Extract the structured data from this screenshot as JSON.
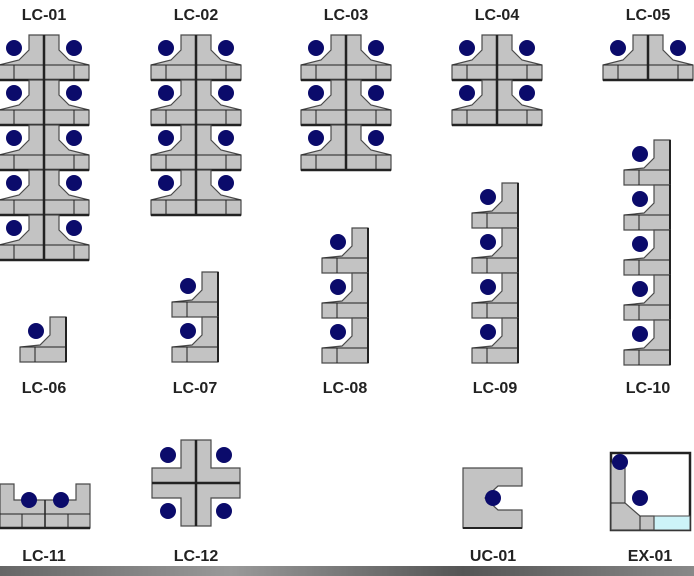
{
  "layouts": [
    {
      "id": "LC-01",
      "type": "double",
      "stations": 10
    },
    {
      "id": "LC-02",
      "type": "double",
      "stations": 8
    },
    {
      "id": "LC-03",
      "type": "double",
      "stations": 6
    },
    {
      "id": "LC-04",
      "type": "double",
      "stations": 4
    },
    {
      "id": "LC-05",
      "type": "double",
      "stations": 2
    },
    {
      "id": "LC-06",
      "type": "single",
      "stations": 1
    },
    {
      "id": "LC-07",
      "type": "single",
      "stations": 2
    },
    {
      "id": "LC-08",
      "type": "single",
      "stations": 3
    },
    {
      "id": "LC-09",
      "type": "single",
      "stations": 4
    },
    {
      "id": "LC-10",
      "type": "single",
      "stations": 5
    },
    {
      "id": "LC-11",
      "type": "row",
      "stations": 2
    },
    {
      "id": "LC-12",
      "type": "cross",
      "stations": 4
    },
    {
      "id": "UC-01",
      "type": "u-shape",
      "stations": 1
    },
    {
      "id": "EX-01",
      "type": "executive",
      "stations": 2
    }
  ],
  "colors": {
    "desk": "#c3c3c3",
    "edge": "#4a4a4a",
    "seat": "#0b0b6b",
    "glass": "#cdf3f8"
  }
}
